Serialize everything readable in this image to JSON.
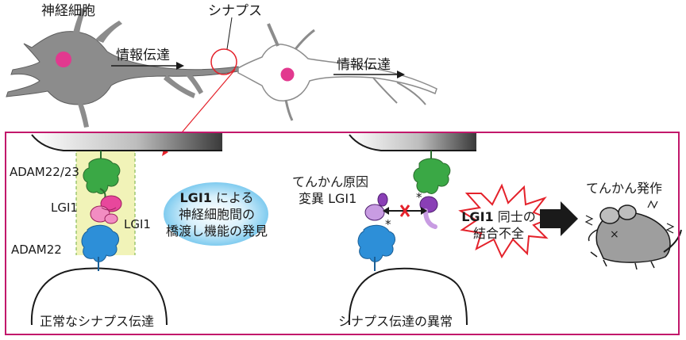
{
  "top": {
    "neuron_label": "神経細胞",
    "synapse_label": "シナプス",
    "transmission_label_1": "情報伝達",
    "transmission_label_2": "情報伝達"
  },
  "normal": {
    "adam2223": "ADAM22/23",
    "lgi1_left": "LGI1",
    "lgi1_right": "LGI1",
    "adam22": "ADAM22",
    "caption": "正常なシナプス伝達"
  },
  "discovery": {
    "line1_bold": "LGI1",
    "line1_rest": " による",
    "line2": "神経細胞間の",
    "line3": "橋渡し機能の発見"
  },
  "abnormal": {
    "mutant_line1": "てんかん原因",
    "mutant_line2": "変異 LGI1",
    "asterisk": "*",
    "burst_bold": "LGI1",
    "burst_rest": " 同士の",
    "burst_line2": "結合不全",
    "epilepsy": "てんかん発作",
    "caption": "シナプス伝達の異常"
  },
  "colors": {
    "neuron_gray": "#8c8c8c",
    "nucleus_pink": "#e2398f",
    "panel_border": "#c2186b",
    "adam_green": "#3aa845",
    "adam22_blue": "#2d8fd8",
    "lgi1_pink": "#e8479c",
    "mutant_purple": "#8a3fb6",
    "burst_red": "#e4222b",
    "yellow_zone": "#f1f3b8",
    "cloud_blue": "#8fd2f2"
  }
}
